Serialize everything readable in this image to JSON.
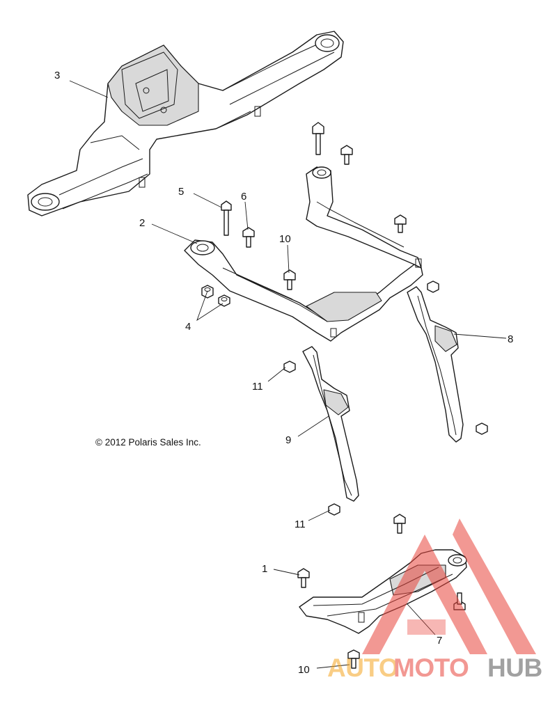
{
  "callouts": {
    "c1": "1",
    "c2": "2",
    "c3": "3",
    "c4": "4",
    "c5": "5",
    "c6": "6",
    "c7": "7",
    "c8": "8",
    "c9": "9",
    "c10a": "10",
    "c10b": "10",
    "c11a": "11",
    "c11b": "11"
  },
  "copyright": "© 2012 Polaris Sales Inc.",
  "watermark": {
    "part1": "AUTO",
    "part2": "MOTO",
    "part3": "HUB",
    "colors": {
      "orange": "#f5a623",
      "red": "#e8453c",
      "gray": "#555555"
    }
  }
}
